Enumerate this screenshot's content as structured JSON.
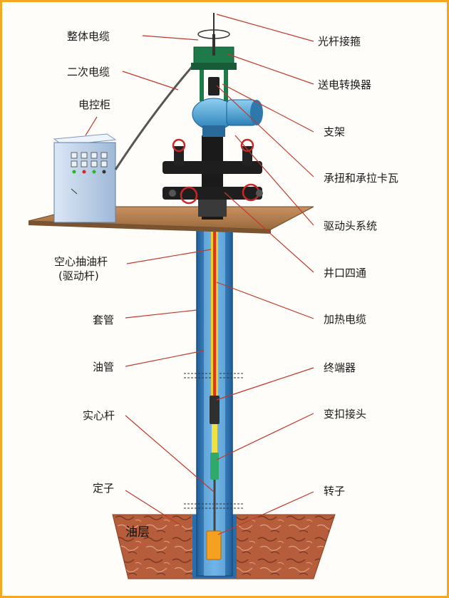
{
  "colors": {
    "frame": "#f5a623",
    "leader": "#c0392b",
    "platform": "#b9814a",
    "casing": "#2d78b8",
    "cable": "#e8c700",
    "soil": "#b45a3a",
    "wellhead_green": "#1e7a4a",
    "motor_blue": "#4aa6d8",
    "cabinet": "#c7d9ef"
  },
  "labels_left": {
    "integral_cable": "整体电缆",
    "secondary_cable": "二次电缆",
    "control_cabinet": "电控柜",
    "hollow_rod": "空心抽油杆",
    "hollow_rod_alias": "(驱动杆)",
    "casing": "套管",
    "tubing": "油管",
    "solid_rod": "实心杆",
    "stator": "定子"
  },
  "labels_right": {
    "polished_rod_clamp": "光杆接箍",
    "power_converter": "送电转换器",
    "bracket": "支架",
    "torque_slips": "承扭和承拉卡瓦",
    "drive_head": "驱动头系统",
    "wellhead_cross": "井口四通",
    "heating_cable": "加热电缆",
    "terminator": "终端器",
    "crossover": "变扣接头",
    "rotor": "转子"
  },
  "oil_layer": "油层"
}
